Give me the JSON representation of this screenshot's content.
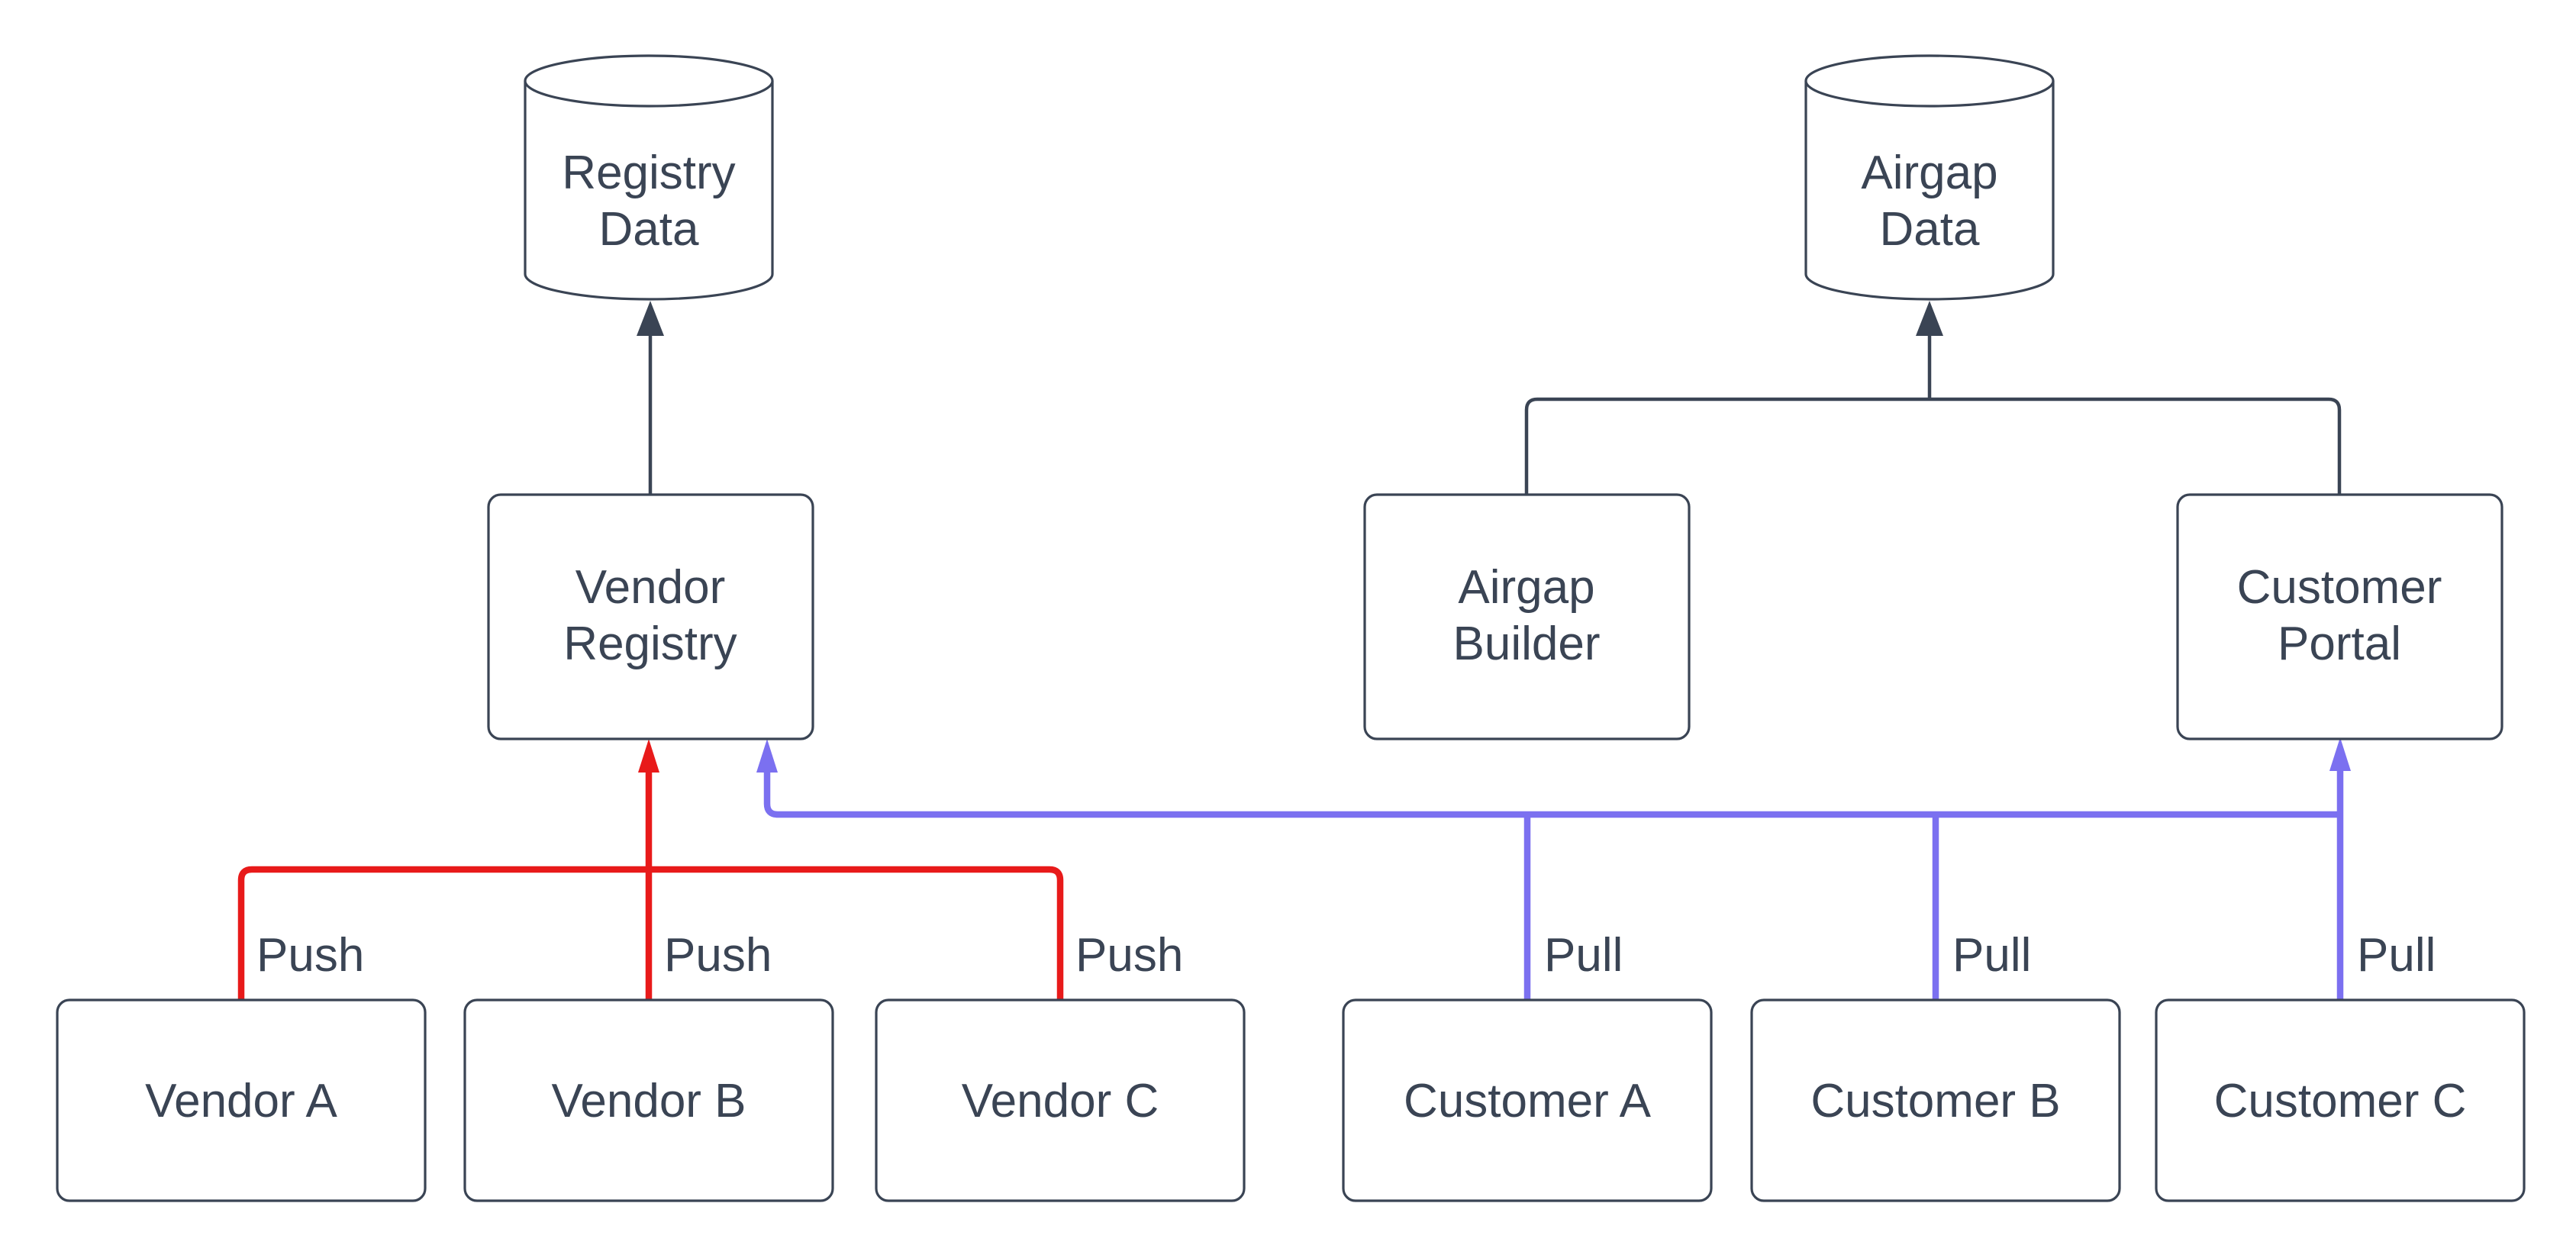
{
  "palette": {
    "background": "#ffffff",
    "node_stroke": "#3a4454",
    "text_color": "#3a4454",
    "push_color": "#e81a1a",
    "pull_color": "#7b70f0"
  },
  "datastores": {
    "registry_data": {
      "line1": "Registry",
      "line2": "Data"
    },
    "airgap_data": {
      "line1": "Airgap",
      "line2": "Data"
    }
  },
  "services": {
    "vendor_registry": {
      "line1": "Vendor",
      "line2": "Registry"
    },
    "airgap_builder": {
      "line1": "Airgap",
      "line2": "Builder"
    },
    "customer_portal": {
      "line1": "Customer",
      "line2": "Portal"
    }
  },
  "vendors": {
    "a": {
      "label": "Vendor A"
    },
    "b": {
      "label": "Vendor B"
    },
    "c": {
      "label": "Vendor C"
    }
  },
  "customers": {
    "a": {
      "label": "Customer A"
    },
    "b": {
      "label": "Customer B"
    },
    "c": {
      "label": "Customer C"
    }
  },
  "edge_labels": {
    "push_vendor_a": "Push",
    "push_vendor_b": "Push",
    "push_vendor_c": "Push",
    "pull_customer_a": "Pull",
    "pull_customer_b": "Pull",
    "pull_customer_c": "Pull"
  }
}
